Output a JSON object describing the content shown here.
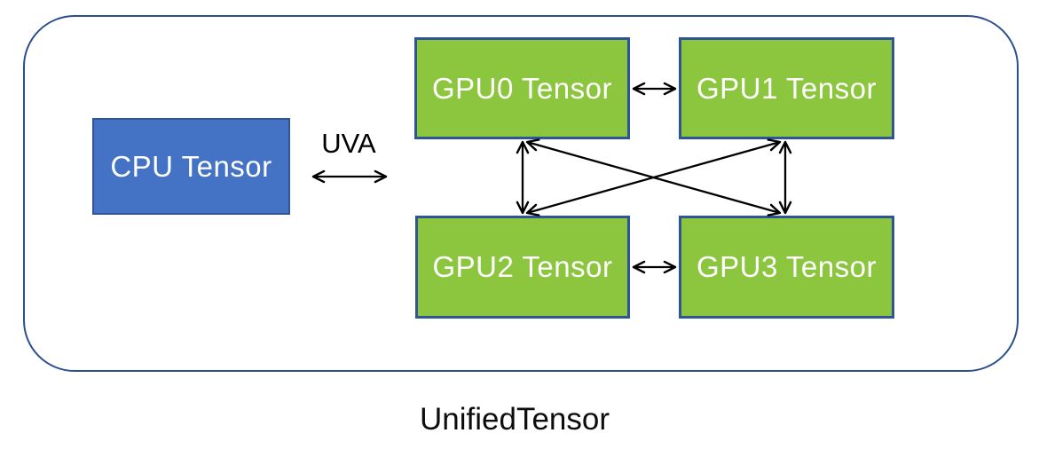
{
  "diagram": {
    "caption": "UnifiedTensor",
    "uva_label": "UVA",
    "cpu_box": {
      "label": "CPU Tensor",
      "fill_color": "#4472C4",
      "border_color": "#2F5597",
      "text_color": "#FFFFFF"
    },
    "gpu_boxes": [
      {
        "label": "GPU0 Tensor"
      },
      {
        "label": "GPU1 Tensor"
      },
      {
        "label": "GPU2 Tensor"
      },
      {
        "label": "GPU3 Tensor"
      }
    ],
    "gpu_box_style": {
      "fill_color": "#8CC63F",
      "border_color": "#2E5596",
      "text_color": "#FFFFFF"
    },
    "container_border_color": "#2B4F8E",
    "arrow_color": "#000000",
    "connections": [
      "CPU Tensor <-> GPUs (UVA)",
      "GPU0 <-> GPU1",
      "GPU2 <-> GPU3",
      "GPU0 <-> GPU2",
      "GPU1 <-> GPU3",
      "GPU0 <-> GPU3",
      "GPU1 <-> GPU2"
    ]
  }
}
